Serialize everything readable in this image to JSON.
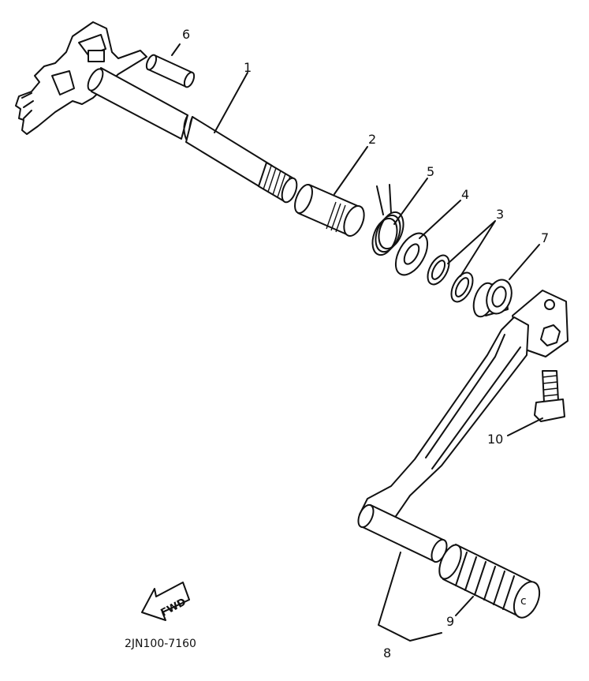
{
  "callouts": {
    "c1": "1",
    "c2": "2",
    "c3": "3",
    "c4": "4",
    "c5": "5",
    "c6": "6",
    "c7": "7",
    "c8": "8",
    "c9": "9",
    "c10": "10"
  },
  "fwd_label": "FWD",
  "diagram_code": "2JN100-7160"
}
